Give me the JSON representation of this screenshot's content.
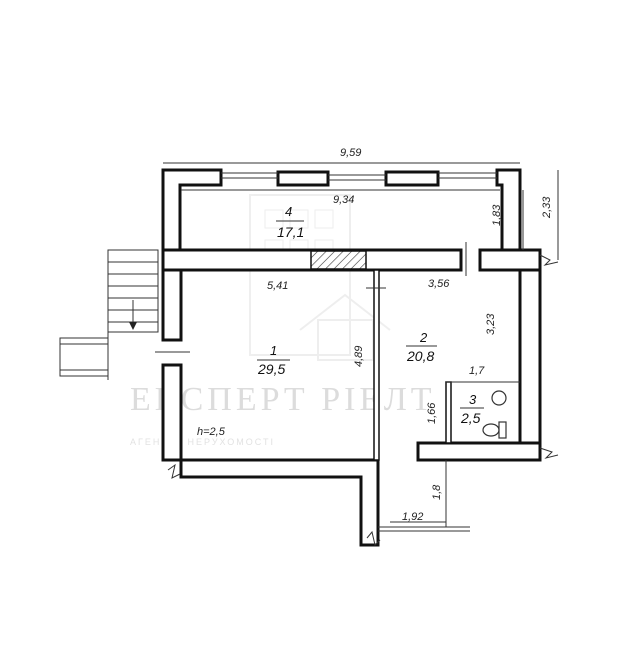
{
  "dimensions": {
    "outer_width": "9,59",
    "inner_width": "9,34",
    "balcony_depth": "1,83",
    "balcony_outer_depth": "2,33",
    "room1_width": "5,41",
    "room2_width": "3,56",
    "room1_depth": "4,89",
    "room2_depth": "3,23",
    "bath_width": "1,7",
    "bath_depth": "1,66",
    "corridor_width": "1,92",
    "corridor_length": "1,8"
  },
  "ceiling_height": "h=2,5",
  "rooms": [
    {
      "number": "1",
      "area": "29,5"
    },
    {
      "number": "2",
      "area": "20,8"
    },
    {
      "number": "3",
      "area": "2,5"
    },
    {
      "number": "4",
      "area": "17,1"
    }
  ],
  "watermark": {
    "brand": "ЕКСПЕРТ РІЕЛТ",
    "tagline": "АГЕНЦІЯ НЕРУХОМОСТІ"
  }
}
